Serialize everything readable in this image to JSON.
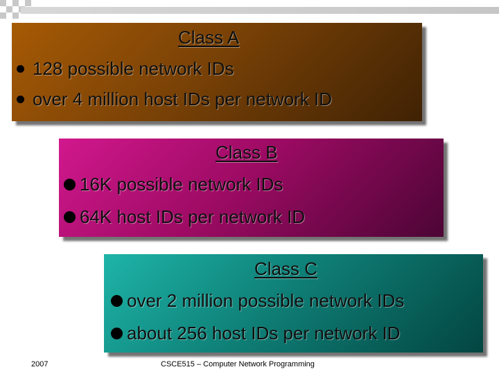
{
  "boxes": {
    "class_a": {
      "title": "Class A",
      "bullets": [
        "128 possible network IDs",
        "over 4 million host IDs per network ID"
      ]
    },
    "class_b": {
      "title": "Class B",
      "bullets": [
        "16K possible network IDs",
        "64K host IDs per network ID"
      ]
    },
    "class_c": {
      "title": "Class C",
      "bullets": [
        "over 2 million possible network IDs",
        "about 256 host IDs per network ID"
      ]
    }
  },
  "footer": {
    "year": "2007",
    "course": "CSCE515 – Computer Network Programming"
  },
  "colors": {
    "class_a": "#8a4a05",
    "class_b": "#b01177",
    "class_c": "#15968c"
  }
}
